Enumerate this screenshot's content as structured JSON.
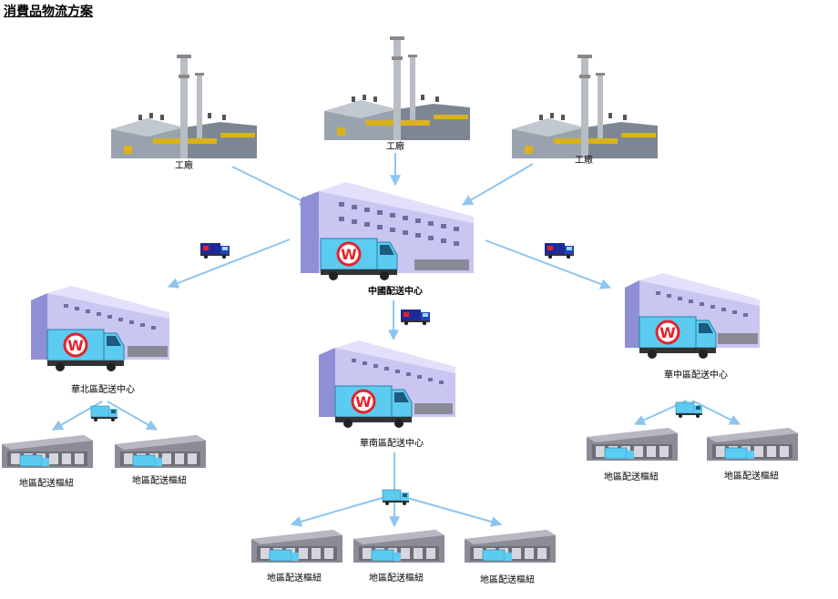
{
  "title": "消費品物流方案",
  "labels": {
    "factory": "工廠",
    "china_center": "中國配送中心",
    "north_center": "華北區配送中心",
    "central_center": "華中區配送中心",
    "south_center": "華南區配送中心",
    "hub": "地區配送樞紐"
  },
  "logo_letter": "W",
  "colors": {
    "arrow": "#8ec5f0",
    "building_light": "#c9c6f2",
    "building_dark": "#8f8fd6",
    "truck_body": "#5ccbf0",
    "factory_gray": "#9aa3ad",
    "warehouse_gray": "#8c8c96"
  }
}
